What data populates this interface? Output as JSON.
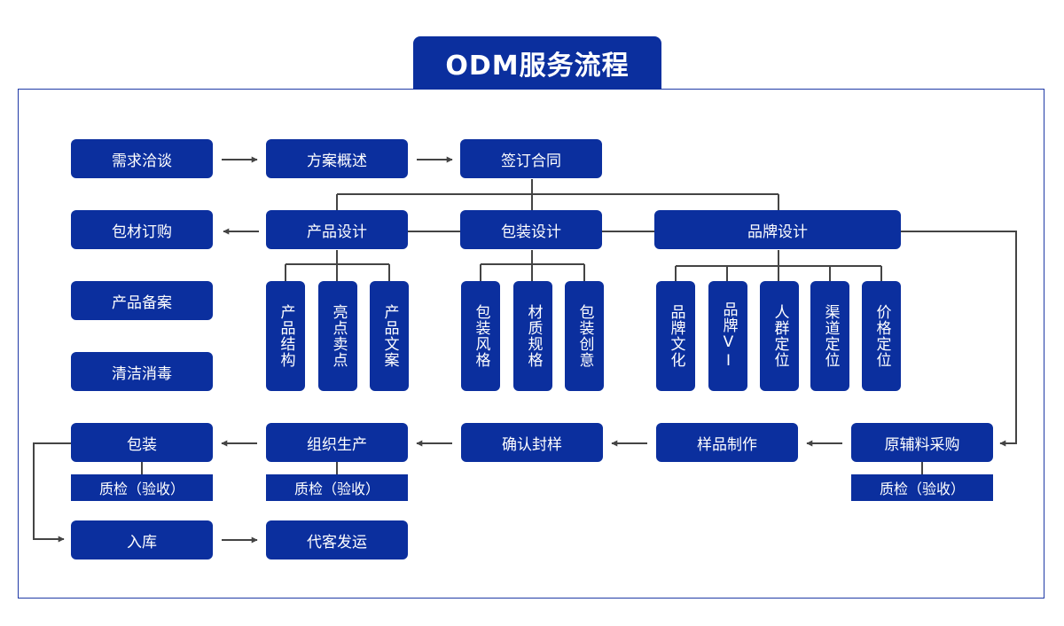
{
  "title": "ODM服务流程",
  "colors": {
    "primary": "#0b2f9e",
    "line": "#444444",
    "border": "#1f3aa6"
  },
  "top_row": [
    "需求洽谈",
    "方案概述",
    "签订合同"
  ],
  "left_column": [
    "包材订购",
    "产品备案",
    "清洁消毒"
  ],
  "design": {
    "product": {
      "label": "产品设计",
      "items": [
        "产品结构",
        "亮点卖点",
        "产品文案"
      ]
    },
    "packaging": {
      "label": "包装设计",
      "items": [
        "包装风格",
        "材质规格",
        "包装创意"
      ]
    },
    "brand": {
      "label": "品牌设计",
      "items": [
        "品牌文化",
        "品牌VI",
        "人群定位",
        "渠道定位",
        "价格定位"
      ]
    }
  },
  "production_row": [
    "包装",
    "组织生产",
    "确认封样",
    "样品制作",
    "原辅料采购"
  ],
  "quality_check": "质检（验收）",
  "bottom_row": [
    "入库",
    "代客发运"
  ]
}
